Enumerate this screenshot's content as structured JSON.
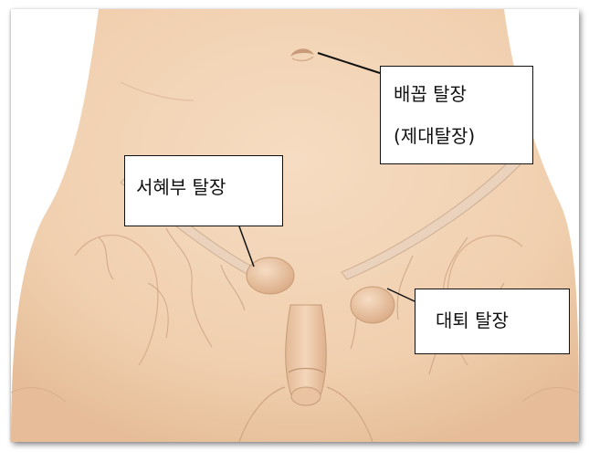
{
  "labels": {
    "umbilical": {
      "line1": "배꼽 탈장",
      "line2": "(제대탈장)"
    },
    "inguinal": "서혜부 탈장",
    "femoral": "대퇴 탈장"
  },
  "colors": {
    "skin": "#f2d4b6",
    "skin_shadow": "#d8ae8a",
    "vein": "#c79c7e",
    "leader_line": "#111111"
  }
}
